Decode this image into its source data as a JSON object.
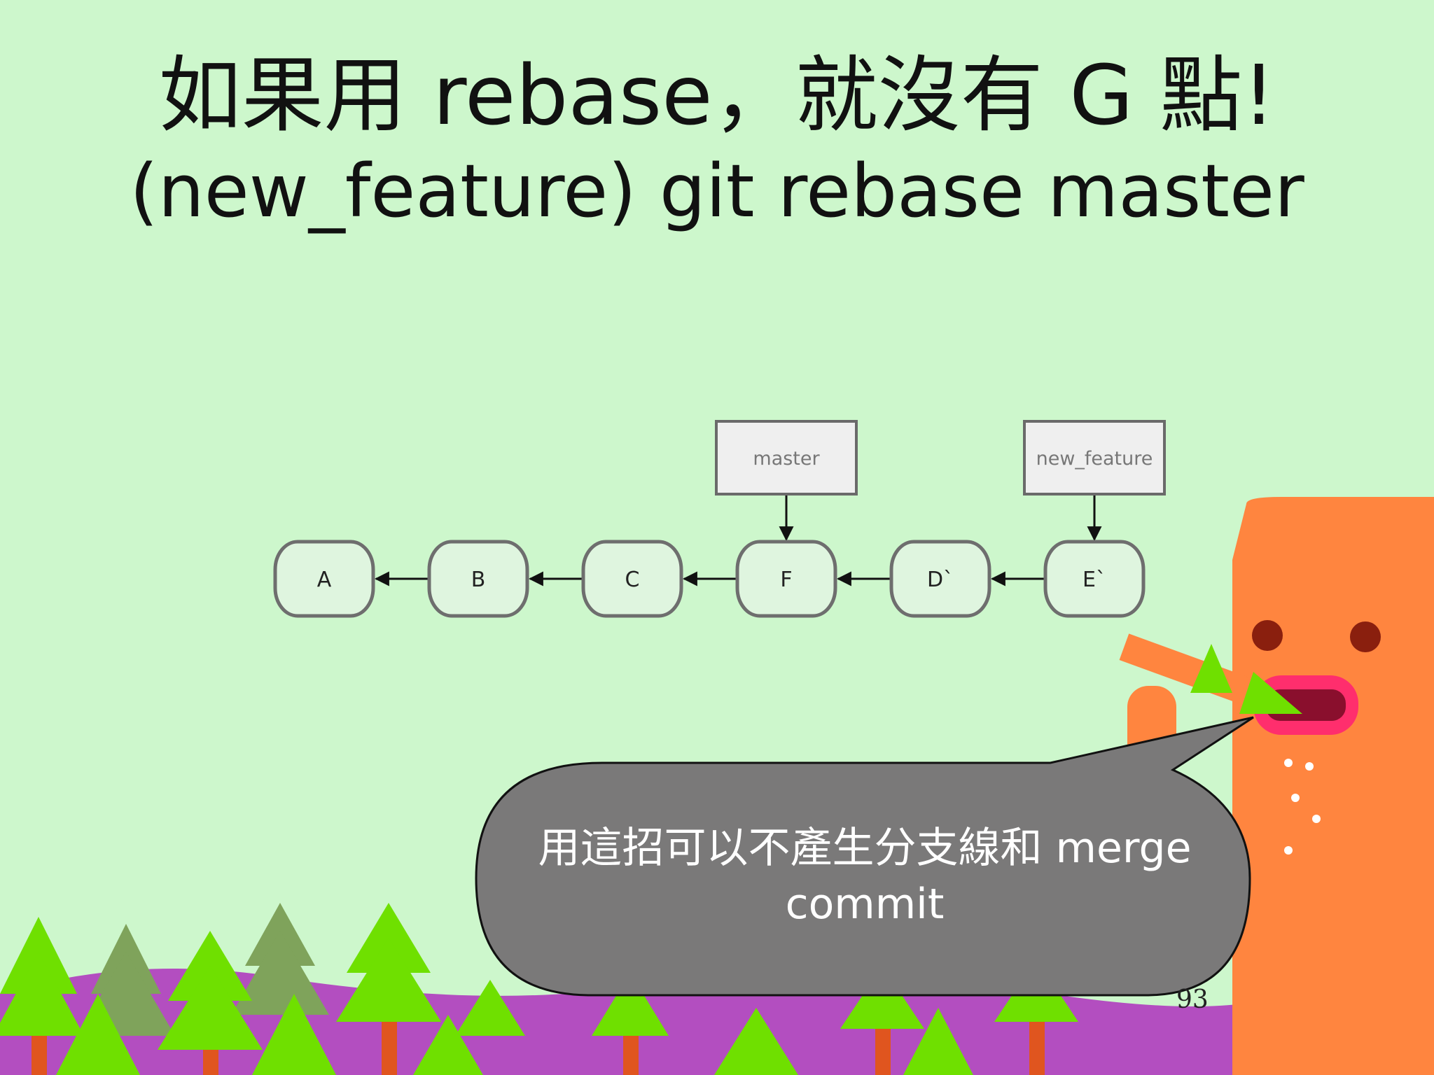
{
  "slide": {
    "title_line1": "如果用 rebase，就沒有 G 點!",
    "title_line2": "(new_feature) git rebase master",
    "bubble_text": "用這招可以不產生分支線和 merge commit",
    "page_number": "93"
  },
  "graph": {
    "commits": [
      "A",
      "B",
      "C",
      "F",
      "D`",
      "E`"
    ],
    "branches": [
      {
        "label": "master",
        "points_to": "F"
      },
      {
        "label": "new_feature",
        "points_to": "E`"
      }
    ]
  },
  "colors": {
    "background": "#cdf7cc",
    "commit_fill": "#dff5df",
    "bubble": "#7a7979",
    "monster": "#ff853f",
    "tree_light": "#6fe000",
    "tree_dark": "#7fa35b",
    "hill": "#b34ec0"
  }
}
